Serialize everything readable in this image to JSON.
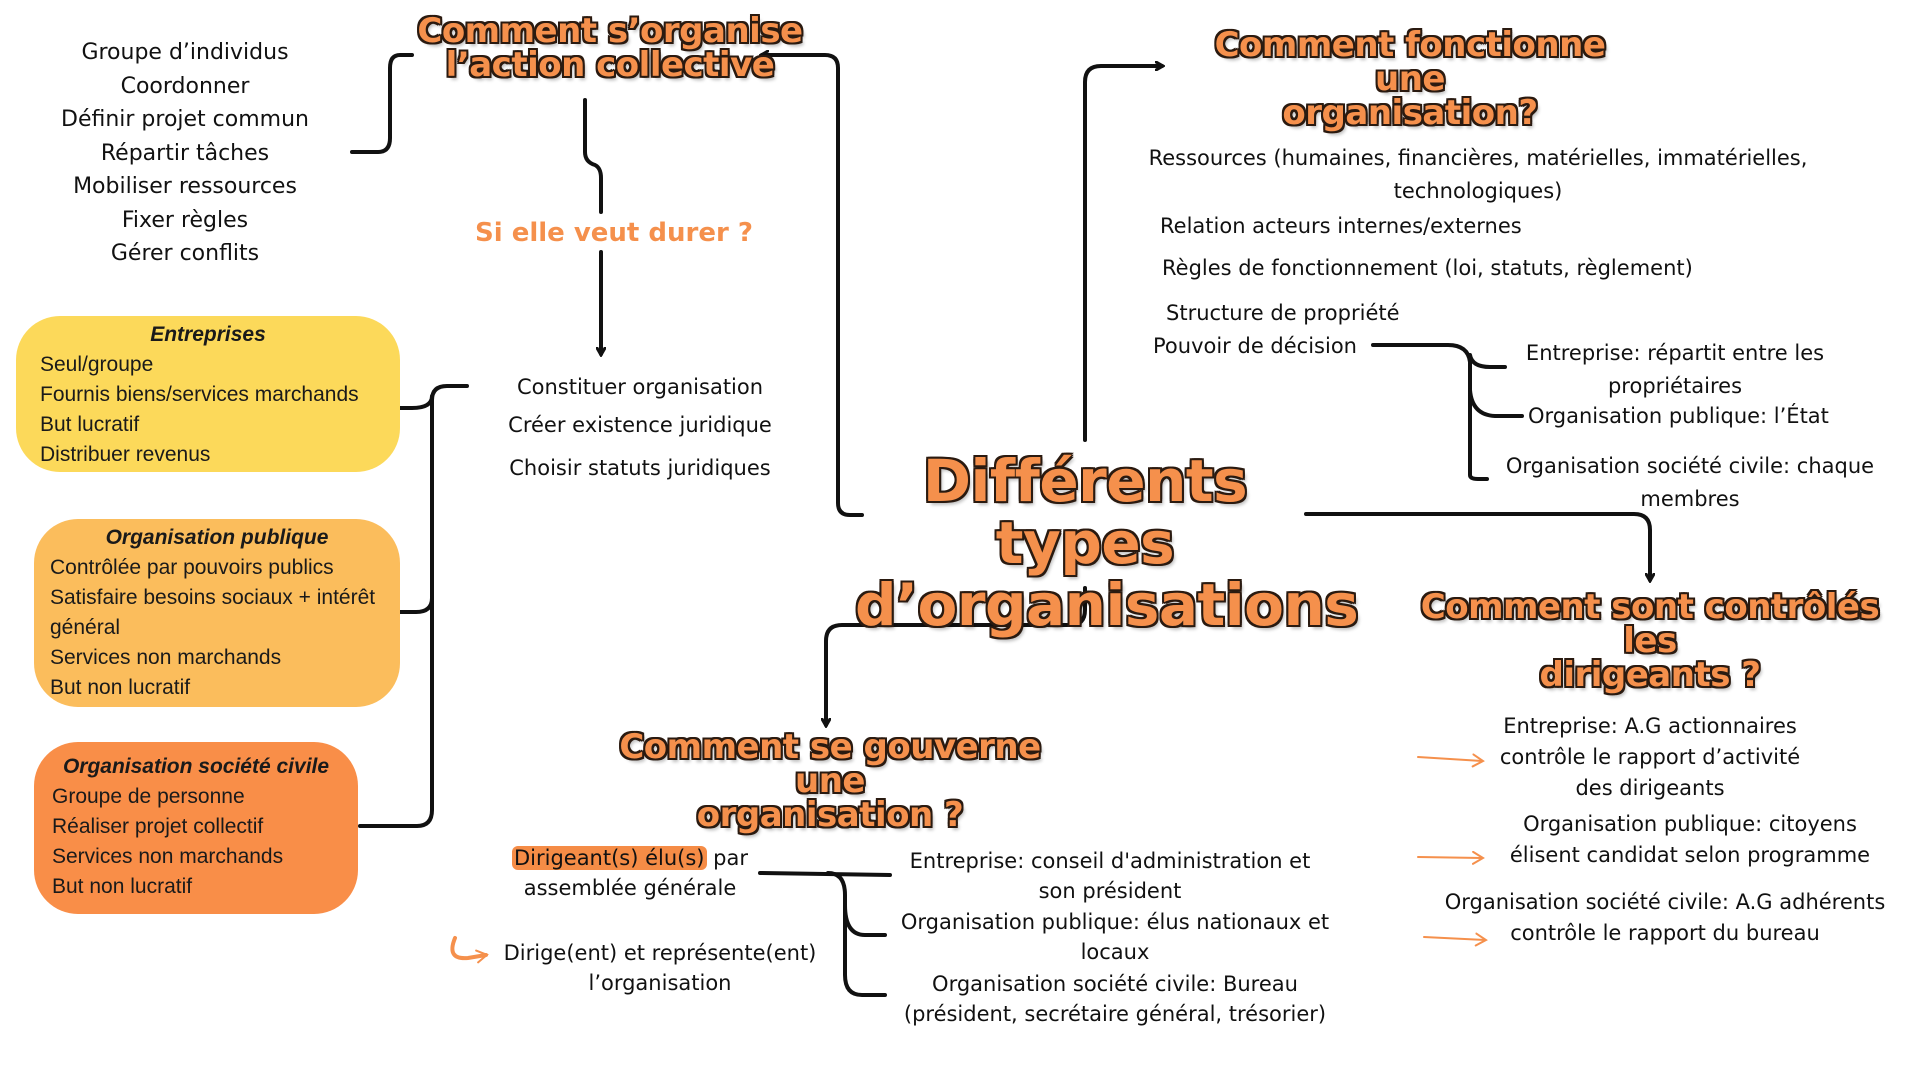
{
  "central_title": {
    "line1": "Différents types",
    "line2": "d’organisations"
  },
  "action_collective": {
    "title_line1": "Comment s’organise",
    "title_line2": "l’action collective",
    "items": [
      "Groupe d’individus",
      "Coordonner",
      "Définir projet commun",
      "Répartir tâches",
      "Mobiliser ressources",
      "Fixer règles",
      "Gérer conflits"
    ],
    "question": "Si elle veut durer ?",
    "steps": [
      "Constituer organisation",
      "Créer existence juridique",
      "Choisir statuts juridiques"
    ]
  },
  "types": [
    {
      "title": "Entreprises",
      "items": [
        "Seul/groupe",
        "Fournis biens/services marchands",
        "But lucratif",
        "Distribuer revenus"
      ],
      "color": "#fcd95a"
    },
    {
      "title": "Organisation publique",
      "items": [
        "Contrôlée par pouvoirs publics",
        "Satisfaire besoins sociaux + intérêt",
        "général",
        "Services non marchands",
        "But non lucratif"
      ],
      "color": "#fbbd5c"
    },
    {
      "title": "Organisation société civile",
      "items": [
        "Groupe de personne",
        "Réaliser projet collectif",
        "Services non marchands",
        "But non lucratif"
      ],
      "color": "#f98e48"
    }
  ],
  "fonctionnement": {
    "title_line1": "Comment fonctionne une",
    "title_line2": "organisation?",
    "items": [
      "Ressources (humaines, financières, matérielles, immatérielles,",
      "technologiques)",
      "Relation acteurs internes/externes",
      "Règles de fonctionnement (loi, statuts, règlement)",
      "Structure de propriété",
      "Pouvoir de décision"
    ],
    "decision_branches": [
      {
        "line1": "Entreprise: répartit entre les",
        "line2": "propriétaires"
      },
      {
        "line1": "Organisation publique: l’État",
        "line2": ""
      },
      {
        "line1": "Organisation société civile: chaque",
        "line2": "membres"
      }
    ]
  },
  "gouvernance": {
    "title_line1": "Comment se gouverne une",
    "title_line2": "organisation ?",
    "elected_highlight": "Dirigeant(s) élu(s)",
    "elected_rest": " par",
    "elected_line2": "assemblée générale",
    "role_line1": "Dirige(ent) et représente(ent)",
    "role_line2": "l’organisation",
    "branches": [
      {
        "line1": "Entreprise: conseil d'administration et",
        "line2": "son président"
      },
      {
        "line1": "Organisation publique: élus nationaux et",
        "line2": "locaux"
      },
      {
        "line1": "Organisation société civile: Bureau",
        "line2": "(président, secrétaire général, trésorier)"
      }
    ]
  },
  "controle": {
    "title_line1": "Comment sont contrôlés les",
    "title_line2": "dirigeants ?",
    "items": [
      {
        "lines": [
          "Entreprise: A.G actionnaires",
          "contrôle le rapport d’activité",
          "des dirigeants"
        ]
      },
      {
        "lines": [
          "Organisation publique: citoyens",
          "élisent candidat selon programme"
        ]
      },
      {
        "lines": [
          "Organisation société civile: A.G adhérents",
          "contrôle le rapport du bureau"
        ]
      }
    ]
  },
  "colors": {
    "accent_orange": "#f5904c",
    "line": "#111111"
  }
}
